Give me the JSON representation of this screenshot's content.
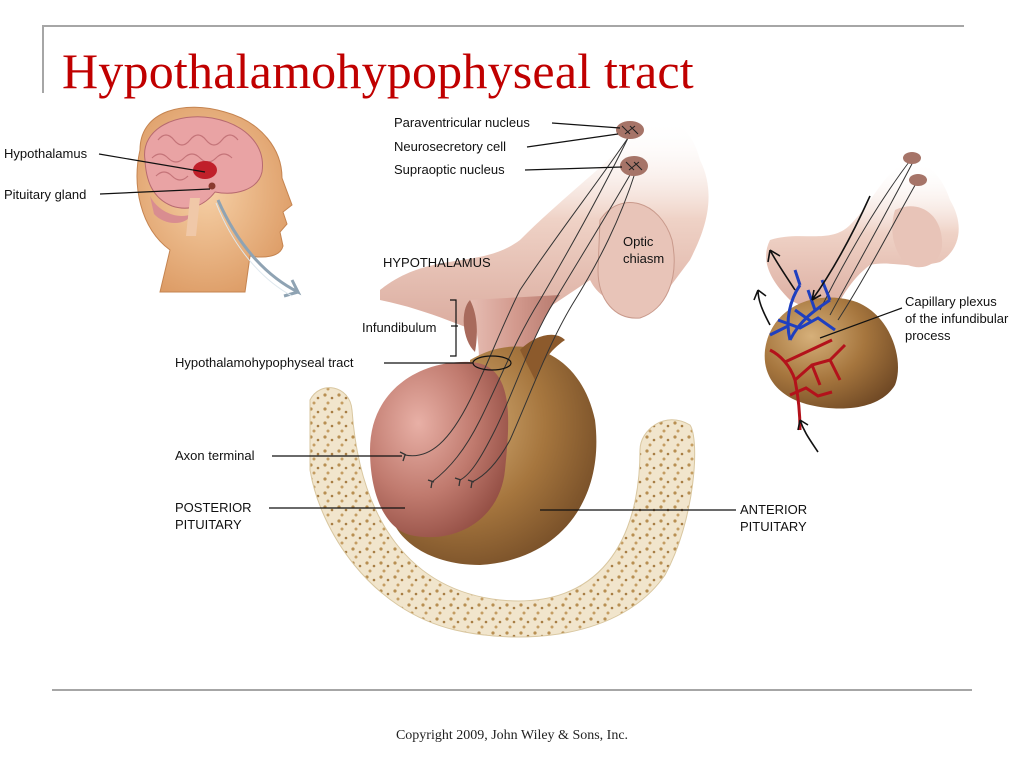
{
  "slide": {
    "title": "Hypothalamohypophyseal tract",
    "footer": "Copyright 2009, John Wiley & Sons, Inc."
  },
  "figure": {
    "head_labels": {
      "hypothalamus": "Hypothalamus",
      "pituitary_gland": "Pituitary gland"
    },
    "nuclei_labels": {
      "paraventricular": "Paraventricular nucleus",
      "neurosecretory": "Neurosecretory cell",
      "supraoptic": "Supraoptic nucleus"
    },
    "main_labels": {
      "hypothalamus_caps": "HYPOTHALAMUS",
      "optic_line1": "Optic",
      "optic_line2": "chiasm",
      "infundibulum": "Infundibulum",
      "tract": "Hypothalamohypophyseal tract",
      "axon_terminal": "Axon terminal",
      "posterior_line1": "POSTERIOR",
      "posterior_line2": "PITUITARY",
      "anterior_line1": "ANTERIOR",
      "anterior_line2": "PITUITARY"
    },
    "inset_labels": {
      "capillary_line1": "Capillary plexus",
      "capillary_line2": "of the infundibular",
      "capillary_line3": "process"
    },
    "colors": {
      "title": "#c00000",
      "tissue_pink": "#d9a39b",
      "posterior": "#b8625a",
      "anterior": "#8c5a2c",
      "bone": "#efe2c8",
      "artery": "#b3121b",
      "vein": "#1f3fbf"
    }
  }
}
